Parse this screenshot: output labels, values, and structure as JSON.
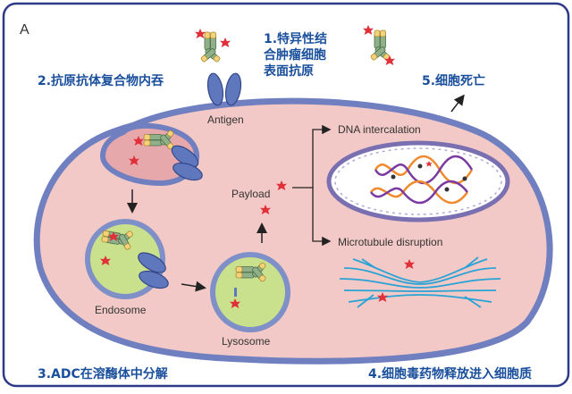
{
  "panel_letter": "A",
  "steps": {
    "s1": [
      "1.特异性结",
      "合肿瘤细胞",
      "表面抗原"
    ],
    "s2": "2.抗原抗体复合物内吞",
    "s3": "3.ADC在溶酶体中分解",
    "s4": "4.细胞毒药物释放进入细胞质",
    "s5": "5.细胞死亡"
  },
  "labels": {
    "antigen": "Antigen",
    "payload": "Payload",
    "endosome": "Endosome",
    "lysosome": "Lysosome",
    "dna": "DNA intercalation",
    "microtubule": "Microtubule disruption"
  },
  "colors": {
    "frame": "#2e3a87",
    "membrane": "#6f7fc0",
    "cytoplasm": "#f2c9c6",
    "vesicle": "#c9e08d",
    "vesicle_rim": "#7f8fc7",
    "antibody_green": "#8fb089",
    "antibody_yellow": "#f3d27a",
    "payload_red": "#e0303a",
    "nucleus": "#ffffff",
    "dna_orange": "#f08a2d",
    "dna_purple": "#7a3aa0",
    "microtubule": "#29a3d6",
    "step_text": "#1a4f9c"
  }
}
